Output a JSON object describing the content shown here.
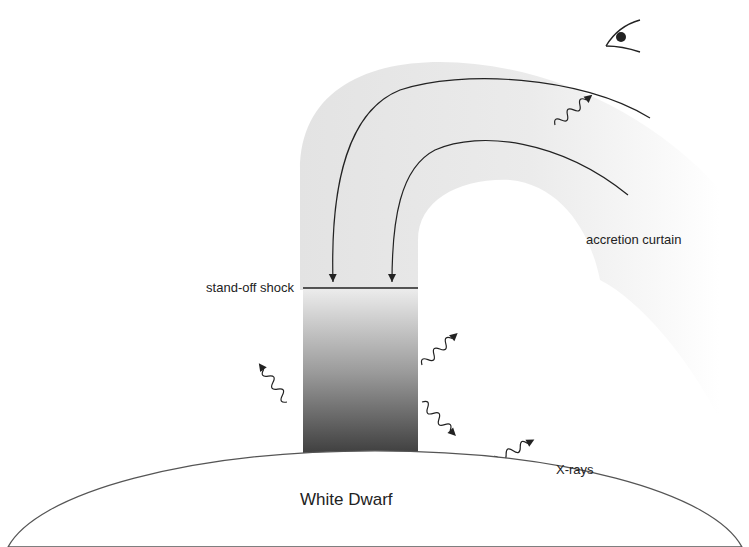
{
  "diagram": {
    "nodes": [
      {
        "text": [
          "White Dwarf"
        ]
      }
    ],
    "labels": [
      "stand-off shock",
      "accretion curtain",
      "X-rays"
    ]
  }
}
